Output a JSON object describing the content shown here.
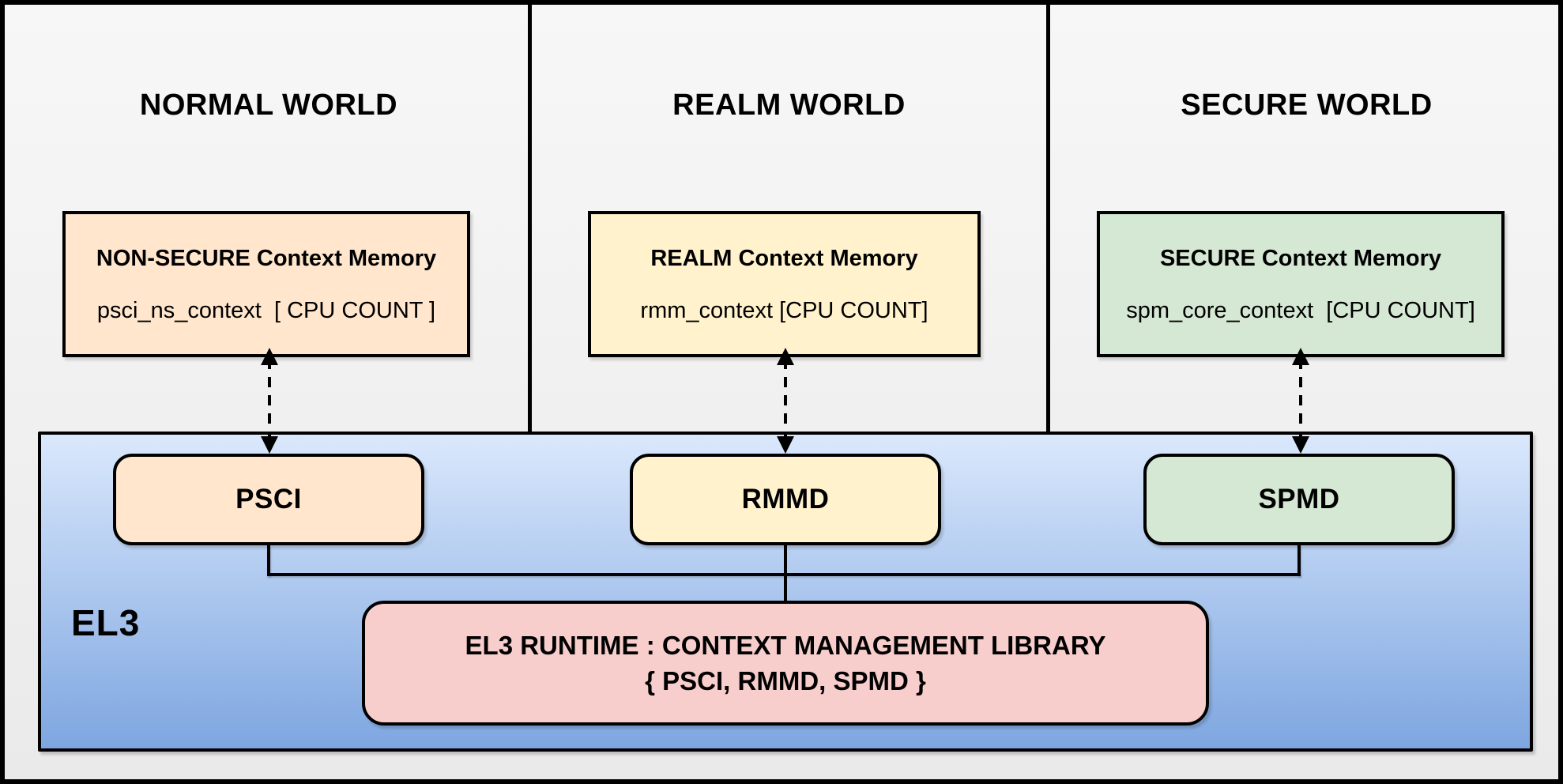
{
  "diagram": {
    "title_note": "TF-A EL3 context management diagram",
    "worlds": [
      {
        "title": "NORMAL WORLD",
        "memory": {
          "title": "NON-SECURE Context Memory",
          "code": "psci_ns_context  [ CPU COUNT ]",
          "fill": "#ffe6cc"
        },
        "component": {
          "label": "PSCI",
          "fill": "#ffe6cc"
        }
      },
      {
        "title": "REALM WORLD",
        "memory": {
          "title": "REALM Context Memory",
          "code": "rmm_context [CPU COUNT]",
          "fill": "#fff2cc"
        },
        "component": {
          "label": "RMMD",
          "fill": "#fff2cc"
        }
      },
      {
        "title": "SECURE WORLD",
        "memory": {
          "title": "SECURE Context Memory",
          "code": "spm_core_context  [CPU COUNT]",
          "fill": "#d5e8d4"
        },
        "component": {
          "label": "SPMD",
          "fill": "#d5e8d4"
        }
      }
    ],
    "el3": {
      "label": "EL3",
      "fill_top": "#dae8fc",
      "fill_bottom": "#7ea6e0",
      "runtime_box": {
        "line1": "EL3 RUNTIME : CONTEXT MANAGEMENT LIBRARY",
        "line2": "{ PSCI, RMMD, SPMD }",
        "fill": "#f8cecc"
      }
    },
    "colors": {
      "background": "#f0f0f0",
      "border": "#000000",
      "normal_world_accent": "#ffe6cc",
      "realm_world_accent": "#fff2cc",
      "secure_world_accent": "#d5e8d4",
      "runtime_accent": "#f8cecc",
      "el3_gradient_top": "#dae8fc",
      "el3_gradient_bottom": "#7ea6e0"
    }
  }
}
